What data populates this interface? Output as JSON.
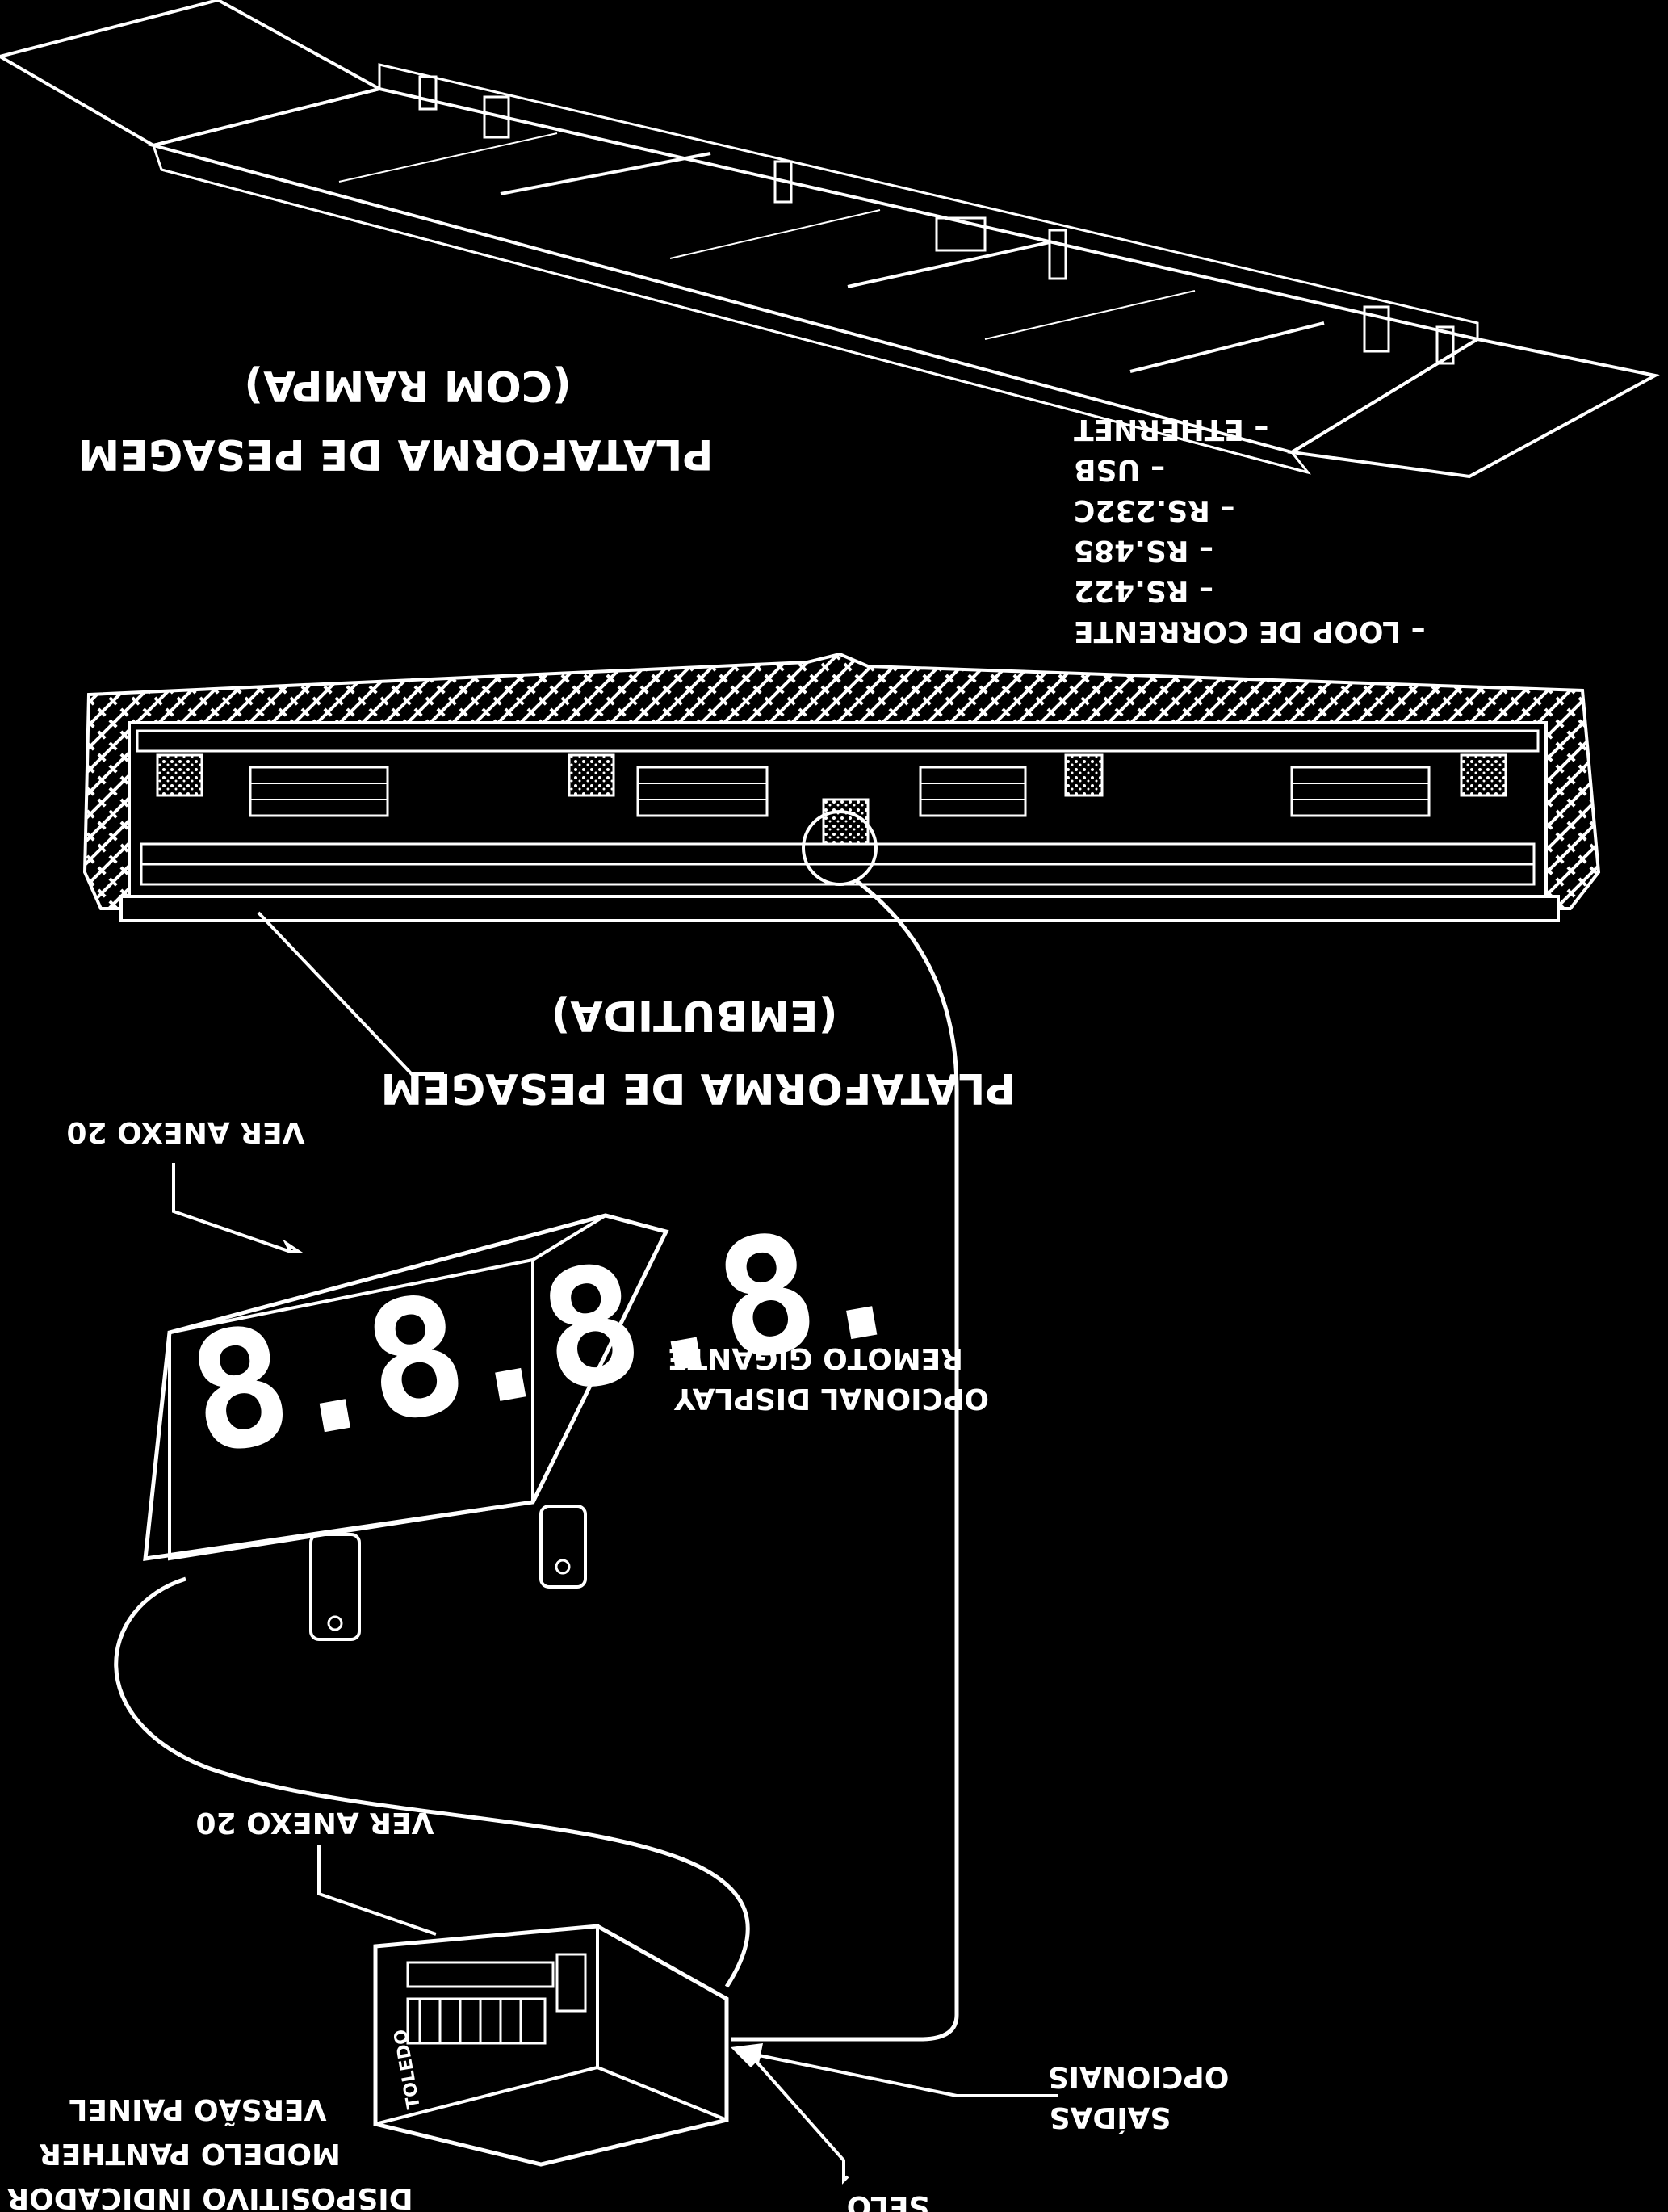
{
  "platform_ramp": {
    "line1": "(COM RAMPA)",
    "line2": "PLATAFORMA DE PESAGEM"
  },
  "platform_embedded": {
    "line1": "(EMBUTIDA)",
    "line2": "PLATAFORMA DE PESAGEM"
  },
  "giant_display": {
    "ref": "VER ANEXO 20",
    "line1": "REMOTO GIGANTE",
    "line2": "OPCIONAL DISPLAY",
    "digits": "8.8.8.8."
  },
  "indicator": {
    "ref": "VER ANEXO 20",
    "line1": "VERSÃO PAINEL",
    "line2": "MODELO PANTHER",
    "line3": "DISPOSITIVO INDICADOR",
    "brand": "TOLEDO"
  },
  "seal": {
    "label": "SELO"
  },
  "outputs": {
    "title1": "SAÍDAS",
    "title2": "OPCIONAIS",
    "items": [
      "LOOP DE CORRENTE",
      "RS.422",
      "RS.485",
      "RS.232C",
      "USB",
      "ETHERNET"
    ]
  },
  "colors": {
    "background": "#000000",
    "ink": "#ffffff"
  }
}
